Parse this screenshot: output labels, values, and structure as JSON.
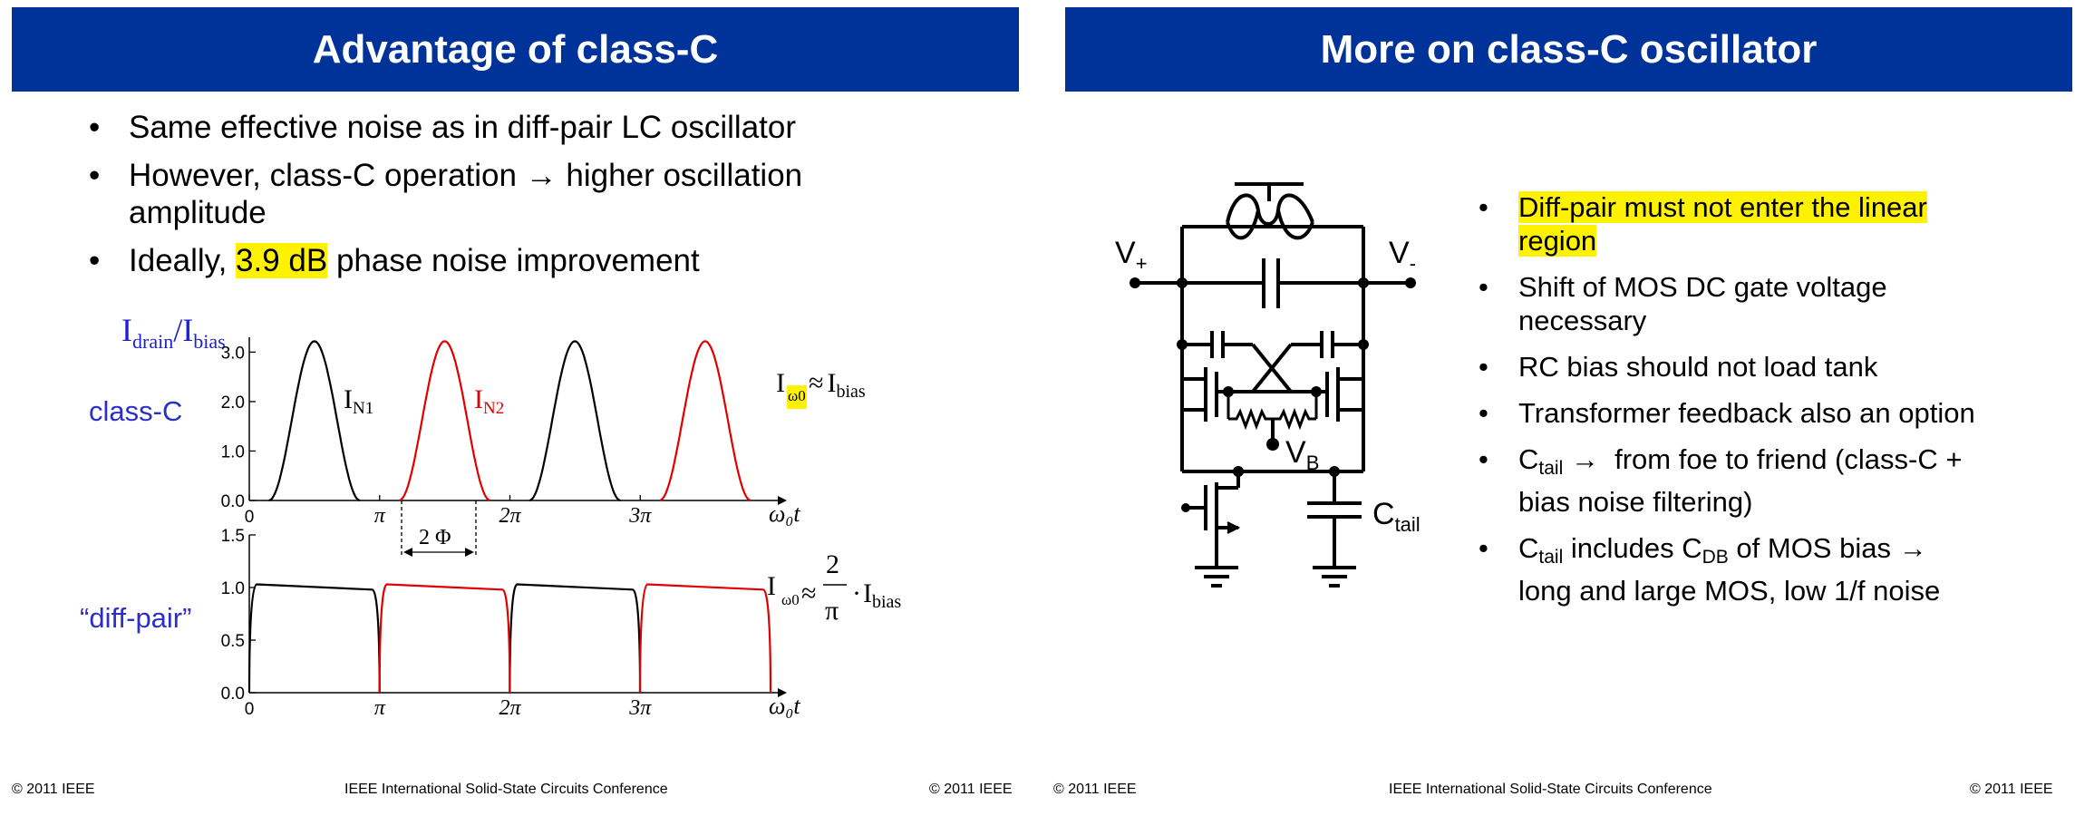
{
  "left_slide": {
    "title": "Advantage of class-C",
    "bullets": [
      {
        "text": "Same effective noise as in diff-pair LC oscillator"
      },
      {
        "text_before": "However, class-C operation ",
        "arrow": "→",
        "text_after": " higher oscillation amplitude"
      },
      {
        "text_before": "Ideally, ",
        "highlight": "3.9 dB",
        "text_after": " phase noise improvement"
      }
    ],
    "row_labels": {
      "class_c": "class-C",
      "diff_pair": "“diff-pair”"
    },
    "ylabel_parts": {
      "I": "I",
      "drain": "drain",
      "slash": "/",
      "bias": "bias"
    },
    "curve_labels": {
      "n1": "I",
      "n1_sub": "N1",
      "n2": "I",
      "n2_sub": "N2"
    },
    "phi_label": "2 Φ",
    "eq_top": {
      "I": "I",
      "omega0": "ω0",
      "approx": "≈",
      "rhs": "I",
      "rhs_sub": "bias"
    },
    "eq_bottom": {
      "I": "I",
      "omega0": "ω0",
      "approx": "≈",
      "num": "2",
      "den": "π",
      "dot": "·",
      "rhs": "I",
      "rhs_sub": "bias"
    },
    "x_axis_label": "ω₀t",
    "footer": {
      "copyright_left": "© 2011 IEEE",
      "conference": "IEEE International Solid-State Circuits Conference",
      "copyright_right": "© 2011 IEEE"
    }
  },
  "right_slide": {
    "title": "More on class-C oscillator",
    "bullets": [
      {
        "highlight_line1": "Diff-pair must not enter the linear",
        "highlight_line2": "region"
      },
      {
        "line1": "Shift of MOS DC gate voltage",
        "line2": "necessary"
      },
      {
        "line1": "RC bias should not load tank"
      },
      {
        "line1": "Transformer feedback also an option"
      },
      {
        "c": "C",
        "sub": "tail",
        "arrow": "→",
        "line1_rest": "  from foe to friend (class-C +",
        "line2": "bias noise filtering)"
      },
      {
        "c": "C",
        "sub": "tail",
        "mid": " includes C",
        "sub2": "DB",
        "rest": " of MOS bias ",
        "arrow": "→",
        "line2": "long and large MOS, low 1/f noise"
      }
    ],
    "schematic_labels": {
      "vplus": "V",
      "vplus_sub": "+",
      "vminus": "V",
      "vminus_sub": "-",
      "vb": "V",
      "vb_sub": "B",
      "ctail": "C",
      "ctail_sub": "tail"
    },
    "footer": {
      "copyright_left": "© 2011 IEEE",
      "conference": "IEEE International Solid-State Circuits Conference",
      "copyright_right": "© 2011 IEEE"
    }
  },
  "chart_data": [
    {
      "type": "line",
      "title": "",
      "xlabel": "ω₀t",
      "ylabel": "Idrain/Ibias",
      "xlim": [
        0,
        12.566
      ],
      "ylim": [
        0,
        3.3
      ],
      "x_ticks": [
        "0",
        "π",
        "2π",
        "3π"
      ],
      "y_ticks": [
        "0.0",
        "1.0",
        "2.0",
        "3.0"
      ],
      "series": [
        {
          "name": "IN1",
          "color": "#000000",
          "pulses": [
            {
              "center": 1.57,
              "peak": 3.22
            },
            {
              "center": 7.85,
              "peak": 3.22
            }
          ]
        },
        {
          "name": "IN2",
          "color": "#e00000",
          "pulses": [
            {
              "center": 4.71,
              "peak": 3.22
            },
            {
              "center": 10.99,
              "peak": 3.22
            }
          ]
        }
      ],
      "conduction_angle_label": "2 Φ"
    },
    {
      "type": "line",
      "title": "",
      "xlabel": "ω₀t",
      "ylabel": "",
      "xlim": [
        0,
        12.566
      ],
      "ylim": [
        0,
        1.5
      ],
      "x_ticks": [
        "0",
        "π",
        "2π",
        "3π"
      ],
      "y_ticks": [
        "0.0",
        "0.5",
        "1.0",
        "1.5"
      ],
      "series": [
        {
          "color": "#000000",
          "segments": [
            {
              "start": 0,
              "end": 3.14,
              "top_start": 1.03,
              "top_end": 0.98
            },
            {
              "start": 6.28,
              "end": 9.42,
              "top_start": 1.03,
              "top_end": 0.98
            }
          ]
        },
        {
          "color": "#e00000",
          "segments": [
            {
              "start": 3.14,
              "end": 6.28,
              "top_start": 1.03,
              "top_end": 0.98
            },
            {
              "start": 9.42,
              "end": 12.566,
              "top_start": 1.03,
              "top_end": 0.98
            }
          ]
        }
      ]
    }
  ]
}
